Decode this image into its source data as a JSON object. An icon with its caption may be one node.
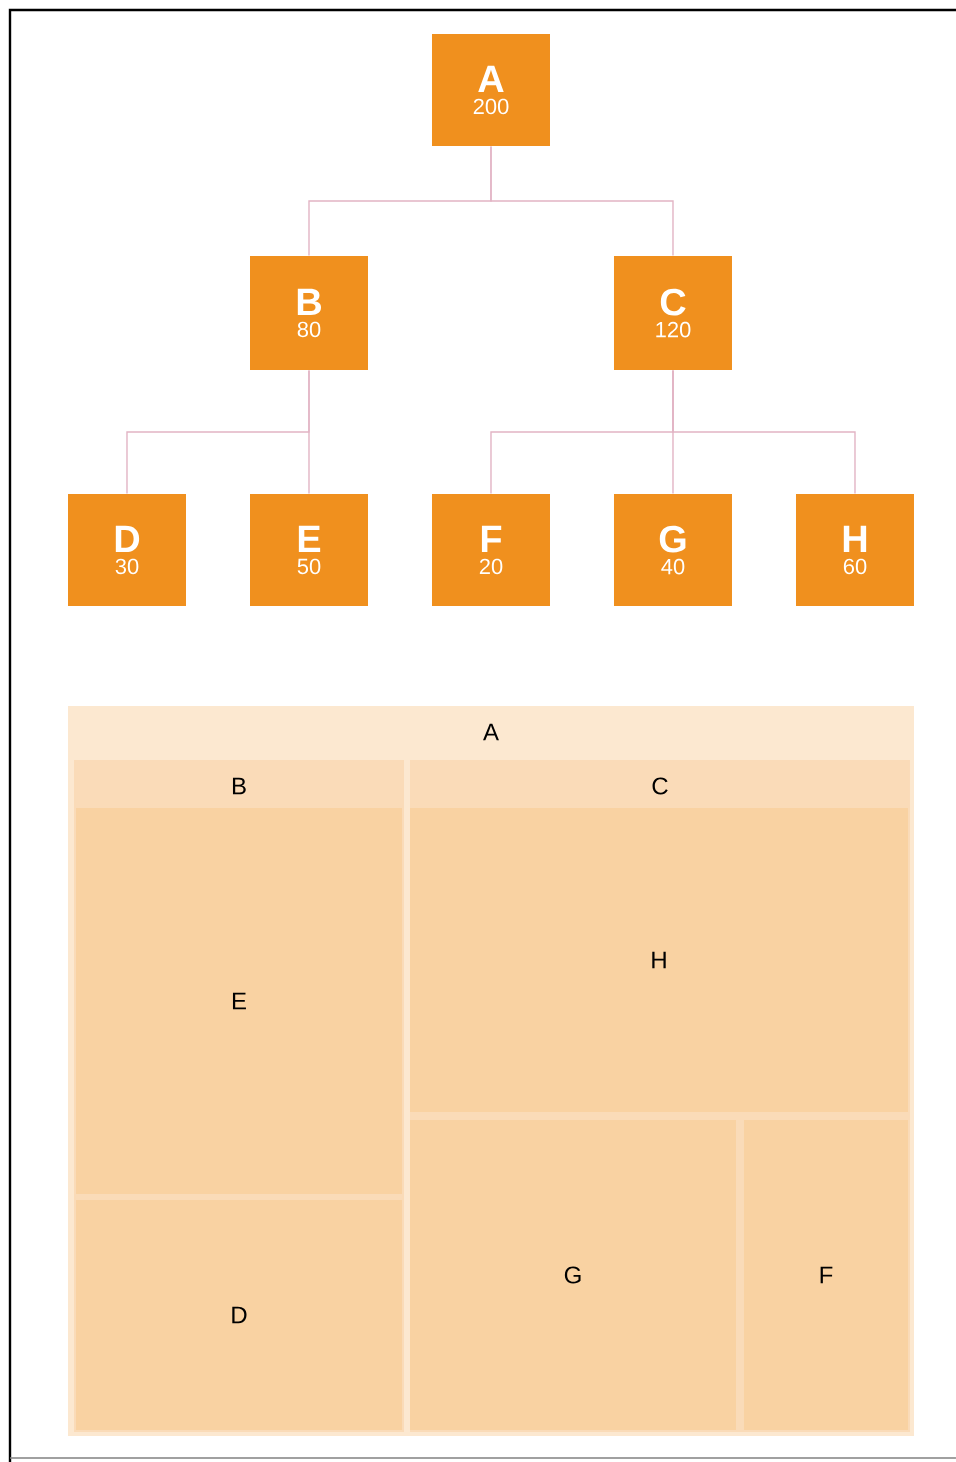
{
  "diagram": {
    "nodes": [
      {
        "text": [
          "A",
          "200"
        ]
      },
      {
        "text": [
          "B",
          "80"
        ]
      },
      {
        "text": [
          "C",
          "120"
        ]
      },
      {
        "text": [
          "D",
          "30"
        ]
      },
      {
        "text": [
          "E",
          "50"
        ]
      },
      {
        "text": [
          "F",
          "20"
        ]
      },
      {
        "text": [
          "G",
          "40"
        ]
      },
      {
        "text": [
          "H",
          "60"
        ]
      },
      {
        "text": [
          "A"
        ]
      },
      {
        "text": [
          "B"
        ],
        "in": 8
      },
      {
        "text": [
          "E"
        ],
        "in": 9
      },
      {
        "text": [
          "D"
        ],
        "in": 9
      },
      {
        "text": [
          "C"
        ],
        "in": 8
      },
      {
        "text": [
          "H"
        ],
        "in": 12
      },
      {
        "text": [
          "G"
        ],
        "in": 12
      },
      {
        "text": [
          "F"
        ],
        "in": 12
      }
    ],
    "edges": [
      {
        "from": 0,
        "to": 1,
        "arrow": "none"
      },
      {
        "from": 0,
        "to": 2,
        "arrow": "none"
      },
      {
        "from": 1,
        "to": 3,
        "arrow": "none"
      },
      {
        "from": 1,
        "to": 4,
        "arrow": "none"
      },
      {
        "from": 2,
        "to": 5,
        "arrow": "none"
      },
      {
        "from": 2,
        "to": 6,
        "arrow": "none"
      },
      {
        "from": 2,
        "to": 7,
        "arrow": "none"
      }
    ]
  }
}
